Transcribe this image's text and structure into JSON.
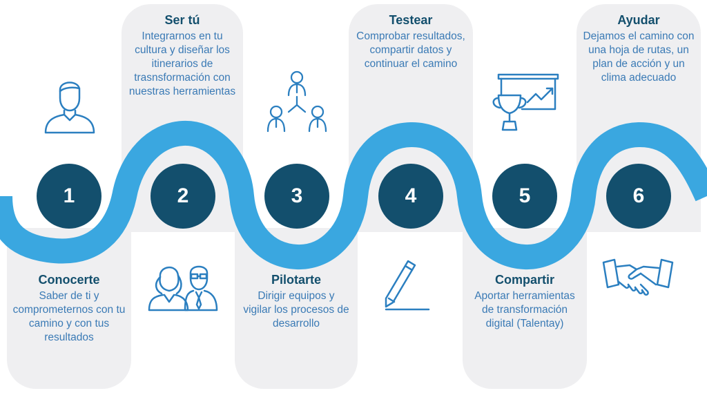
{
  "steps": [
    {
      "number": "1",
      "title": "Conocerte",
      "description": "Saber de ti y comprometernos con tu camino y con tus resultados",
      "icon": "person-icon"
    },
    {
      "number": "2",
      "title": "Ser tú",
      "description": "Integrarnos en tu cultura y diseñar los itinerarios de trasnsformación con nuestras herramientas",
      "icon": "couple-icon"
    },
    {
      "number": "3",
      "title": "Pilotarte",
      "description": "Dirigir equipos y vigilar los procesos de desarrollo",
      "icon": "team-hierarchy-icon"
    },
    {
      "number": "4",
      "title": "Testear",
      "description": "Comprobar resultados, compartir datos y continuar el camino",
      "icon": "pencil-icon"
    },
    {
      "number": "5",
      "title": "Compartir",
      "description": "Aportar herramientas de transformación digital (Talentay)",
      "icon": "trophy-chart-icon"
    },
    {
      "number": "6",
      "title": "Ayudar",
      "description": "Dejamos el camino con una hoja de rutas, un plan de acción y un clima adecuado",
      "icon": "handshake-icon"
    }
  ],
  "colors": {
    "wave": "#3aa7e0",
    "circle": "#134f6d",
    "card": "#efeff1",
    "title": "#134f6d",
    "text": "#3a7ab5",
    "icon": "#2b7fc0"
  }
}
